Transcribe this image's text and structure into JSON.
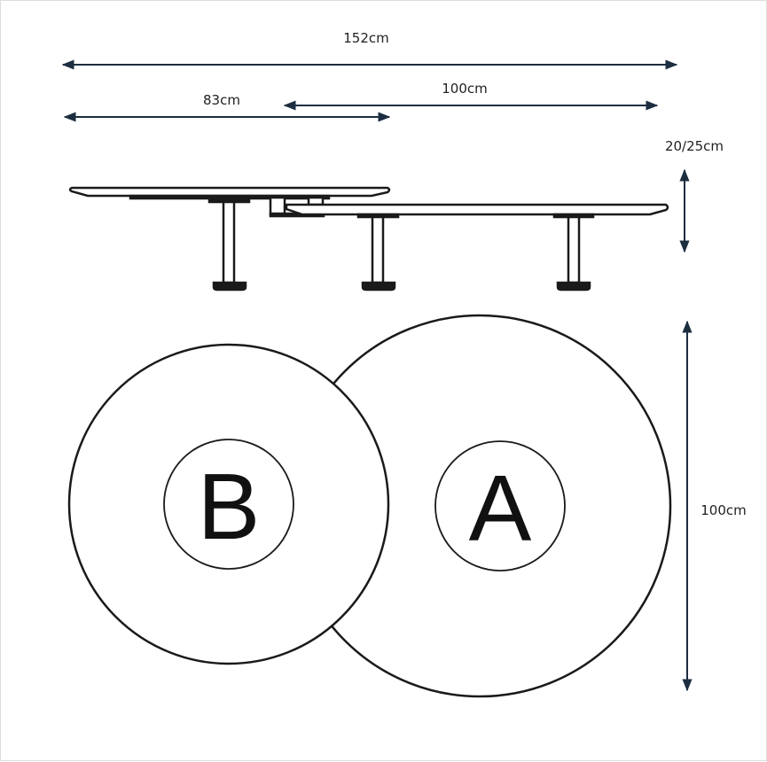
{
  "dimensions": {
    "total_width": "152cm",
    "table_b_width": "83cm",
    "table_a_width": "100cm",
    "height": "20/25cm",
    "depth": "100cm"
  },
  "tables": {
    "a_label": "A",
    "b_label": "B"
  },
  "colors": {
    "arrow": "#1c2e40",
    "line": "#1a1a1a"
  }
}
